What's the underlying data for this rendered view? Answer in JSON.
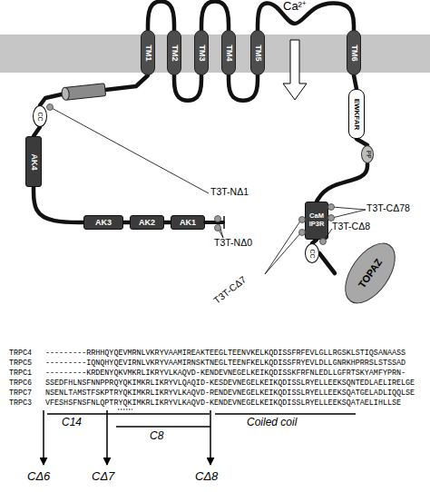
{
  "diagram": {
    "nodes": [
      {
        "text": [
          "TM1"
        ]
      },
      {
        "text": [
          "TM2"
        ]
      },
      {
        "text": [
          "TM3"
        ]
      },
      {
        "text": [
          "TM4"
        ]
      },
      {
        "text": [
          "TM5"
        ]
      },
      {
        "text": [
          "TM6"
        ]
      },
      {
        "text": [
          "CC"
        ]
      },
      {
        "text": [
          "AK4"
        ]
      },
      {
        "text": [
          "AK3"
        ]
      },
      {
        "text": [
          "AK2"
        ]
      },
      {
        "text": [
          "AK1"
        ]
      },
      {
        "text": [
          "EWKFAR"
        ]
      },
      {
        "text": [
          "PP"
        ]
      },
      {
        "text": [
          "CaM IP3R"
        ]
      },
      {
        "text": [
          "CC"
        ]
      },
      {
        "text": [
          "TOPAZ"
        ]
      }
    ],
    "edges": [
      {
        "from": 0,
        "to": 1,
        "arrow": "none"
      },
      {
        "from": 1,
        "to": 2,
        "arrow": "none"
      },
      {
        "from": 2,
        "to": 3,
        "arrow": "none"
      },
      {
        "from": 3,
        "to": 4,
        "arrow": "none"
      },
      {
        "from": 4,
        "to": 5,
        "arrow": "none"
      },
      {
        "from": 0,
        "to": 6,
        "arrow": "none"
      },
      {
        "from": 6,
        "to": 7,
        "arrow": "none"
      },
      {
        "from": 7,
        "to": 8,
        "arrow": "none"
      },
      {
        "from": 8,
        "to": 9,
        "arrow": "none"
      },
      {
        "from": 9,
        "to": 10,
        "arrow": "none"
      },
      {
        "from": 5,
        "to": 11,
        "arrow": "none"
      },
      {
        "from": 11,
        "to": 12,
        "arrow": "none"
      },
      {
        "from": 12,
        "to": 13,
        "arrow": "none"
      },
      {
        "from": 13,
        "to": 14,
        "arrow": "none"
      },
      {
        "from": 14,
        "to": 15,
        "arrow": "none"
      }
    ],
    "labels": [
      "Ca²⁺",
      "T3T-NΔ1",
      "T3T-NΔ0",
      "T3T-CΔ78",
      "T3T-CΔ8",
      "T3T-CΔ7",
      "TRPC4",
      "---------RRHHQYQEVMRNLVKRYVAAMIREAKTEEGLTEENVKELKQDISSFRFEVLGLLRGSKLSTIQSANAASS",
      "TRPC5",
      "---------IQNQHYQEVIRNLVKRYVAAMIRNSKTNEGLTEENFKELKQDISSFRYEVLDLLGNRKHPRRSLSTSSAD",
      "TRPC1",
      "---------KRDENYQKVMKRLIKRYVLKAQVD-KENDEVNEGELKEIKQDISSKFRFNLEDLLGFRTSKYAMFYPRN-",
      "TRPC6",
      "SSEDFHLNSFNNPPRQYQKIMKRLIKRYVLQAQID-KESDEVNEGELKEIKQDISSLRYELLEEKSQNTEDLAELIRELGE",
      "TRPC7",
      "NSENLTAMSTFSKPTRYQKIMKRLIKRYVLKAQVD-RENDEVNEGELKEIKQDISSLRYELLEEKSQATGELADLIQQLSE",
      "TRPC3",
      "VFESHSFNSFNLQPTRYQKIMKRLIKRYVLKAQVD-KENDEVNEGELKEIKQDISSLRYELLEEKSQATAELIHLLSE",
      "C14",
      "C8",
      "Coiled coil",
      "CΔ6",
      "CΔ7",
      "CΔ8"
    ]
  }
}
